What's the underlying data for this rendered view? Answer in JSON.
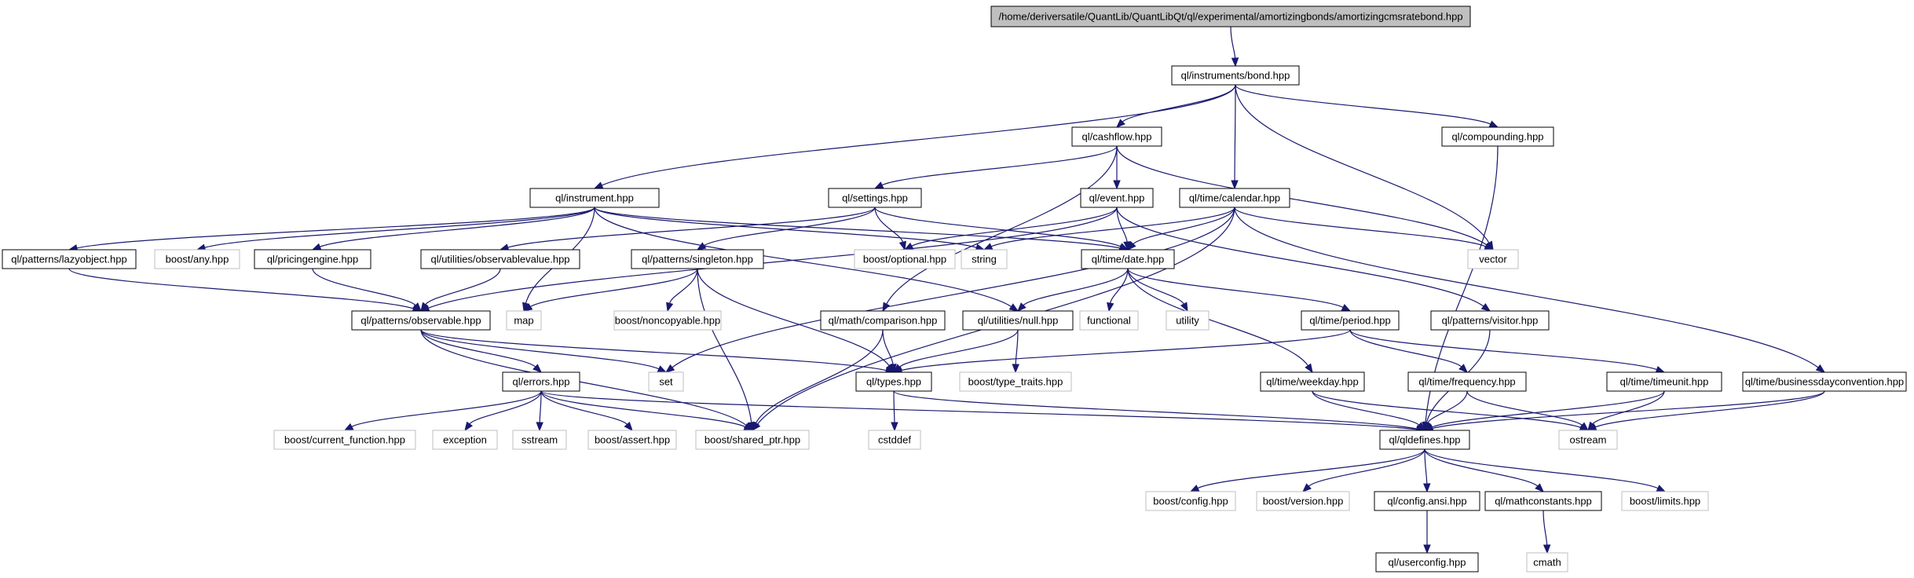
{
  "diagram": {
    "title": "/home/deriversatile/QuantLib/QuantLibQt/ql/experimental/amortizingbonds/amortizingcmsratebond.hpp",
    "colors": {
      "edge": "#191970",
      "node_border": "#000000",
      "external_border": "#bfbfbf",
      "root_fill": "#bfbfbf"
    },
    "nodes": [
      {
        "id": "root",
        "label": "/home/deriversatile/QuantLib/QuantLibQt/ql/experimental/amortizingbonds/amortizingcmsratebond.hpp",
        "kind": "root"
      },
      {
        "id": "bond",
        "label": "ql/instruments/bond.hpp",
        "kind": "internal"
      },
      {
        "id": "cashflow",
        "label": "ql/cashflow.hpp",
        "kind": "internal"
      },
      {
        "id": "compounding",
        "label": "ql/compounding.hpp",
        "kind": "internal"
      },
      {
        "id": "instrument",
        "label": "ql/instrument.hpp",
        "kind": "internal"
      },
      {
        "id": "settings",
        "label": "ql/settings.hpp",
        "kind": "internal"
      },
      {
        "id": "event",
        "label": "ql/event.hpp",
        "kind": "internal"
      },
      {
        "id": "calendar",
        "label": "ql/time/calendar.hpp",
        "kind": "internal"
      },
      {
        "id": "lazyobject",
        "label": "ql/patterns/lazyobject.hpp",
        "kind": "internal"
      },
      {
        "id": "boostany",
        "label": "boost/any.hpp",
        "kind": "external"
      },
      {
        "id": "pricingengine",
        "label": "ql/pricingengine.hpp",
        "kind": "internal"
      },
      {
        "id": "observablevalue",
        "label": "ql/utilities/observablevalue.hpp",
        "kind": "internal"
      },
      {
        "id": "singleton",
        "label": "ql/patterns/singleton.hpp",
        "kind": "internal"
      },
      {
        "id": "optional",
        "label": "boost/optional.hpp",
        "kind": "external"
      },
      {
        "id": "string",
        "label": "string",
        "kind": "external"
      },
      {
        "id": "date",
        "label": "ql/time/date.hpp",
        "kind": "internal"
      },
      {
        "id": "vector",
        "label": "vector",
        "kind": "external"
      },
      {
        "id": "observable",
        "label": "ql/patterns/observable.hpp",
        "kind": "internal"
      },
      {
        "id": "map",
        "label": "map",
        "kind": "external"
      },
      {
        "id": "noncopyable",
        "label": "boost/noncopyable.hpp",
        "kind": "external"
      },
      {
        "id": "comparison",
        "label": "ql/math/comparison.hpp",
        "kind": "internal"
      },
      {
        "id": "null",
        "label": "ql/utilities/null.hpp",
        "kind": "internal"
      },
      {
        "id": "functional",
        "label": "functional",
        "kind": "external"
      },
      {
        "id": "utility",
        "label": "utility",
        "kind": "external"
      },
      {
        "id": "period",
        "label": "ql/time/period.hpp",
        "kind": "internal"
      },
      {
        "id": "visitor",
        "label": "ql/patterns/visitor.hpp",
        "kind": "internal"
      },
      {
        "id": "errors",
        "label": "ql/errors.hpp",
        "kind": "internal"
      },
      {
        "id": "set",
        "label": "set",
        "kind": "external"
      },
      {
        "id": "types",
        "label": "ql/types.hpp",
        "kind": "internal"
      },
      {
        "id": "typetraits",
        "label": "boost/type_traits.hpp",
        "kind": "external"
      },
      {
        "id": "weekday",
        "label": "ql/time/weekday.hpp",
        "kind": "internal"
      },
      {
        "id": "frequency",
        "label": "ql/time/frequency.hpp",
        "kind": "internal"
      },
      {
        "id": "timeunit",
        "label": "ql/time/timeunit.hpp",
        "kind": "internal"
      },
      {
        "id": "bdc",
        "label": "ql/time/businessdayconvention.hpp",
        "kind": "internal"
      },
      {
        "id": "curfunc",
        "label": "boost/current_function.hpp",
        "kind": "external"
      },
      {
        "id": "exception",
        "label": "exception",
        "kind": "external"
      },
      {
        "id": "sstream",
        "label": "sstream",
        "kind": "external"
      },
      {
        "id": "assert",
        "label": "boost/assert.hpp",
        "kind": "external"
      },
      {
        "id": "sharedptr",
        "label": "boost/shared_ptr.hpp",
        "kind": "external"
      },
      {
        "id": "cstddef",
        "label": "cstddef",
        "kind": "external"
      },
      {
        "id": "qldefines",
        "label": "ql/qldefines.hpp",
        "kind": "internal"
      },
      {
        "id": "ostream",
        "label": "ostream",
        "kind": "external"
      },
      {
        "id": "bconfig",
        "label": "boost/config.hpp",
        "kind": "external"
      },
      {
        "id": "bversion",
        "label": "boost/version.hpp",
        "kind": "external"
      },
      {
        "id": "configansi",
        "label": "ql/config.ansi.hpp",
        "kind": "internal"
      },
      {
        "id": "mathconstants",
        "label": "ql/mathconstants.hpp",
        "kind": "internal"
      },
      {
        "id": "blimits",
        "label": "boost/limits.hpp",
        "kind": "external"
      },
      {
        "id": "userconfig",
        "label": "ql/userconfig.hpp",
        "kind": "internal"
      },
      {
        "id": "cmath",
        "label": "cmath",
        "kind": "external"
      }
    ],
    "edges": [
      [
        "root",
        "bond"
      ],
      [
        "bond",
        "cashflow"
      ],
      [
        "bond",
        "compounding"
      ],
      [
        "bond",
        "instrument"
      ],
      [
        "bond",
        "calendar"
      ],
      [
        "bond",
        "vector"
      ],
      [
        "cashflow",
        "settings"
      ],
      [
        "cashflow",
        "event"
      ],
      [
        "cashflow",
        "comparison"
      ],
      [
        "cashflow",
        "vector"
      ],
      [
        "compounding",
        "qldefines"
      ],
      [
        "instrument",
        "lazyobject"
      ],
      [
        "instrument",
        "boostany"
      ],
      [
        "instrument",
        "pricingengine"
      ],
      [
        "instrument",
        "map"
      ],
      [
        "instrument",
        "string"
      ],
      [
        "instrument",
        "date"
      ],
      [
        "instrument",
        "null"
      ],
      [
        "settings",
        "observablevalue"
      ],
      [
        "settings",
        "singleton"
      ],
      [
        "settings",
        "optional"
      ],
      [
        "settings",
        "date"
      ],
      [
        "event",
        "observable"
      ],
      [
        "event",
        "optional"
      ],
      [
        "event",
        "date"
      ],
      [
        "event",
        "visitor"
      ],
      [
        "calendar",
        "string"
      ],
      [
        "calendar",
        "date"
      ],
      [
        "calendar",
        "vector"
      ],
      [
        "calendar",
        "set"
      ],
      [
        "calendar",
        "sharedptr"
      ],
      [
        "calendar",
        "bdc"
      ],
      [
        "lazyobject",
        "observable"
      ],
      [
        "pricingengine",
        "observable"
      ],
      [
        "observablevalue",
        "observable"
      ],
      [
        "singleton",
        "map"
      ],
      [
        "singleton",
        "noncopyable"
      ],
      [
        "singleton",
        "sharedptr"
      ],
      [
        "singleton",
        "types"
      ],
      [
        "date",
        "null"
      ],
      [
        "date",
        "functional"
      ],
      [
        "date",
        "utility"
      ],
      [
        "date",
        "period"
      ],
      [
        "date",
        "weekday"
      ],
      [
        "observable",
        "errors"
      ],
      [
        "observable",
        "set"
      ],
      [
        "observable",
        "sharedptr"
      ],
      [
        "observable",
        "types"
      ],
      [
        "comparison",
        "types"
      ],
      [
        "comparison",
        "sharedptr"
      ],
      [
        "null",
        "types"
      ],
      [
        "null",
        "typetraits"
      ],
      [
        "period",
        "types"
      ],
      [
        "period",
        "frequency"
      ],
      [
        "period",
        "timeunit"
      ],
      [
        "visitor",
        "qldefines"
      ],
      [
        "errors",
        "curfunc"
      ],
      [
        "errors",
        "exception"
      ],
      [
        "errors",
        "sstream"
      ],
      [
        "errors",
        "assert"
      ],
      [
        "errors",
        "sharedptr"
      ],
      [
        "errors",
        "qldefines"
      ],
      [
        "types",
        "cstddef"
      ],
      [
        "types",
        "qldefines"
      ],
      [
        "weekday",
        "qldefines"
      ],
      [
        "weekday",
        "ostream"
      ],
      [
        "frequency",
        "qldefines"
      ],
      [
        "frequency",
        "ostream"
      ],
      [
        "timeunit",
        "qldefines"
      ],
      [
        "timeunit",
        "ostream"
      ],
      [
        "bdc",
        "qldefines"
      ],
      [
        "bdc",
        "ostream"
      ],
      [
        "qldefines",
        "bconfig"
      ],
      [
        "qldefines",
        "bversion"
      ],
      [
        "qldefines",
        "configansi"
      ],
      [
        "qldefines",
        "mathconstants"
      ],
      [
        "qldefines",
        "blimits"
      ],
      [
        "configansi",
        "userconfig"
      ],
      [
        "mathconstants",
        "cmath"
      ]
    ]
  }
}
